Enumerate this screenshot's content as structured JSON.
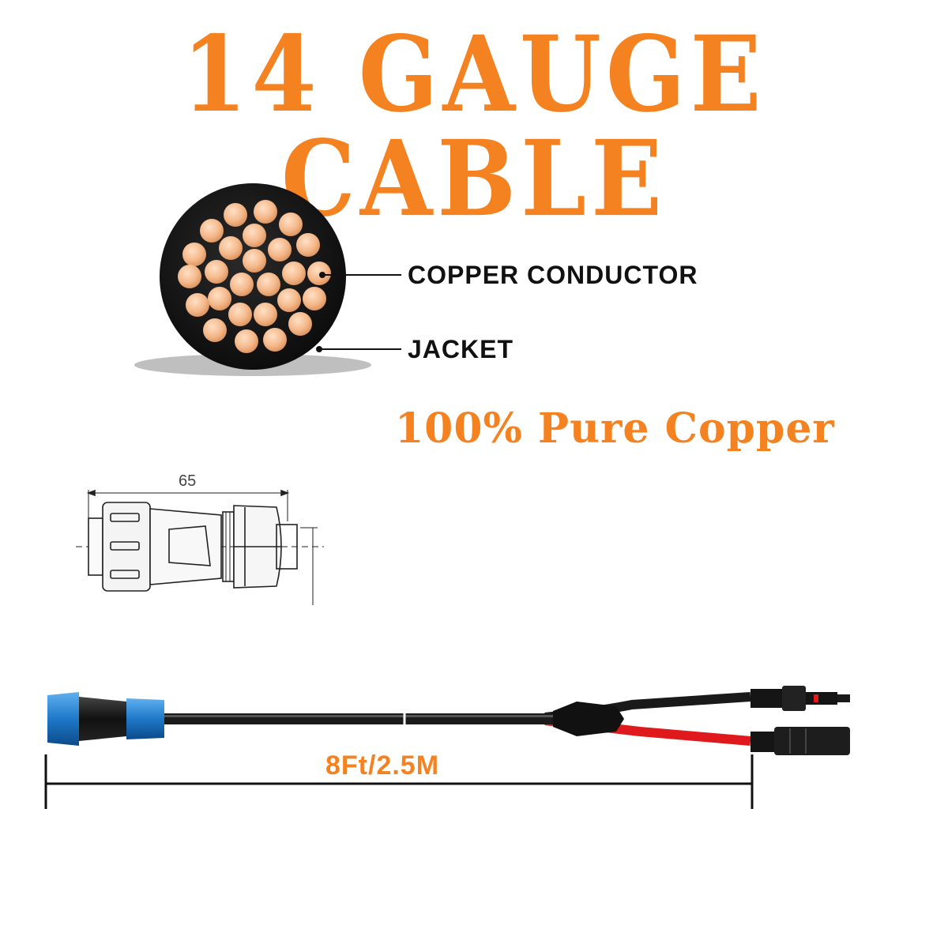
{
  "title": "14 GAUGE CABLE",
  "labels": {
    "conductor": "COPPER CONDUCTOR",
    "jacket": "JACKET"
  },
  "tagline": "100% Pure Copper",
  "connector_dimension": "65",
  "cable_length": "8Ft/2.5M",
  "colors": {
    "accent": "#f58220",
    "copper": "#f4b88a",
    "jacket": "#1a1a1a",
    "connector_blue": "#1f78c8",
    "red_wire": "#e0191c"
  }
}
